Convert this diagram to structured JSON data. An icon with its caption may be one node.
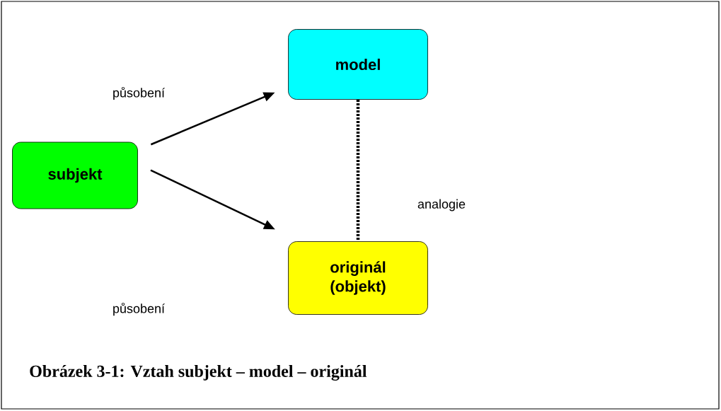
{
  "diagram": {
    "caption": "Obrázek 3-1: Vztah subjekt – model – originál",
    "nodes": [
      {
        "text": [
          "model"
        ]
      },
      {
        "text": [
          "subjekt"
        ]
      },
      {
        "text": [
          "originál (objekt)"
        ]
      }
    ],
    "edges": [
      {
        "from": 1,
        "to": 0,
        "arrow": "to",
        "label": "působení"
      },
      {
        "from": 1,
        "to": 2,
        "arrow": "to"
      },
      {
        "from": 0,
        "to": 2,
        "arrow": "none",
        "label": "analogie",
        "style": "dashed"
      }
    ],
    "labels": [
      "působení"
    ]
  }
}
